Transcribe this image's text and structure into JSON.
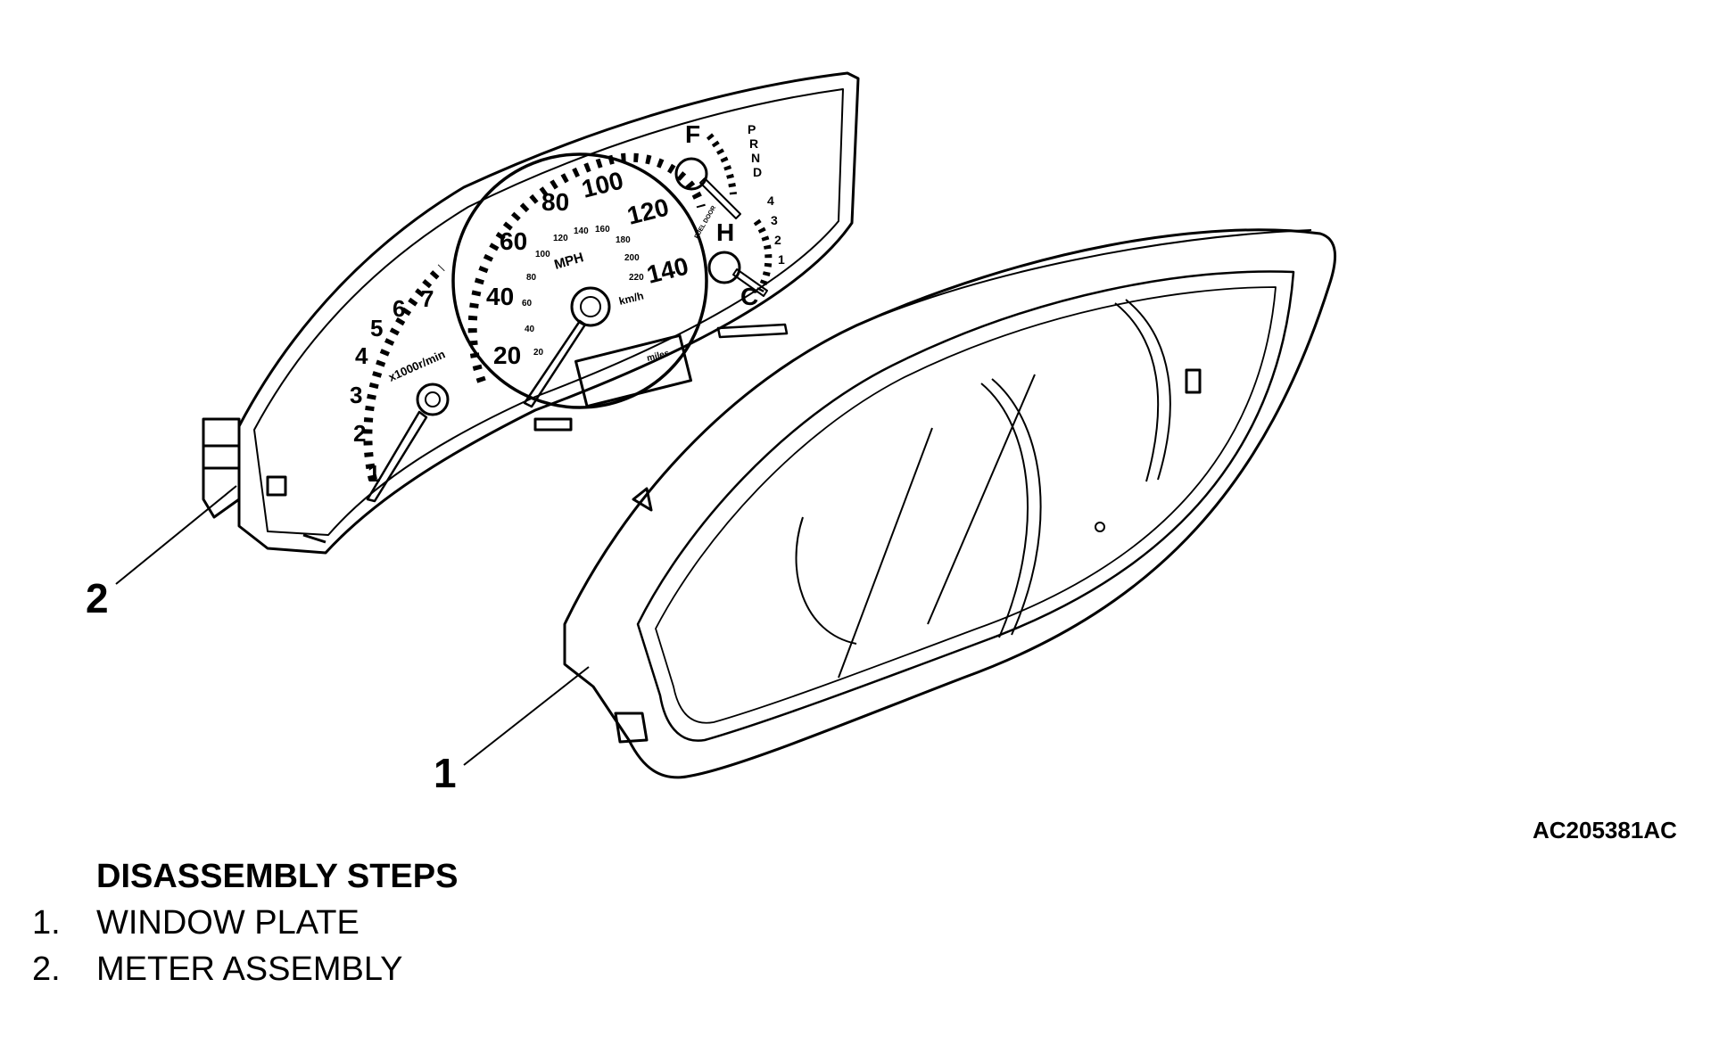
{
  "figure_code": "AC205381AC",
  "callouts": [
    {
      "number": "1",
      "target": "window plate"
    },
    {
      "number": "2",
      "target": "meter assembly"
    }
  ],
  "gauge": {
    "tach_numbers": [
      "1",
      "2",
      "3",
      "4",
      "5",
      "6",
      "7"
    ],
    "tach_unit": "x1000r/min",
    "speed_mph": [
      "20",
      "40",
      "60",
      "80",
      "100",
      "120",
      "140"
    ],
    "speed_mph_unit": "MPH",
    "speed_kmh": [
      "20",
      "40",
      "60",
      "80",
      "100",
      "120",
      "140",
      "160",
      "180",
      "200",
      "220"
    ],
    "speed_kmh_unit": "km/h",
    "odo_unit": "miles",
    "fuel_full": "F",
    "fuel_door_label": "FUEL DOOR",
    "temp_hot": "H",
    "temp_cold": "C",
    "gear_indicator": [
      "P",
      "R",
      "N",
      "D",
      "4",
      "3",
      "2",
      "1"
    ]
  },
  "steps": {
    "title": "DISASSEMBLY STEPS",
    "items": [
      {
        "number": "1.",
        "label": "WINDOW PLATE"
      },
      {
        "number": "2.",
        "label": "METER ASSEMBLY"
      }
    ]
  }
}
